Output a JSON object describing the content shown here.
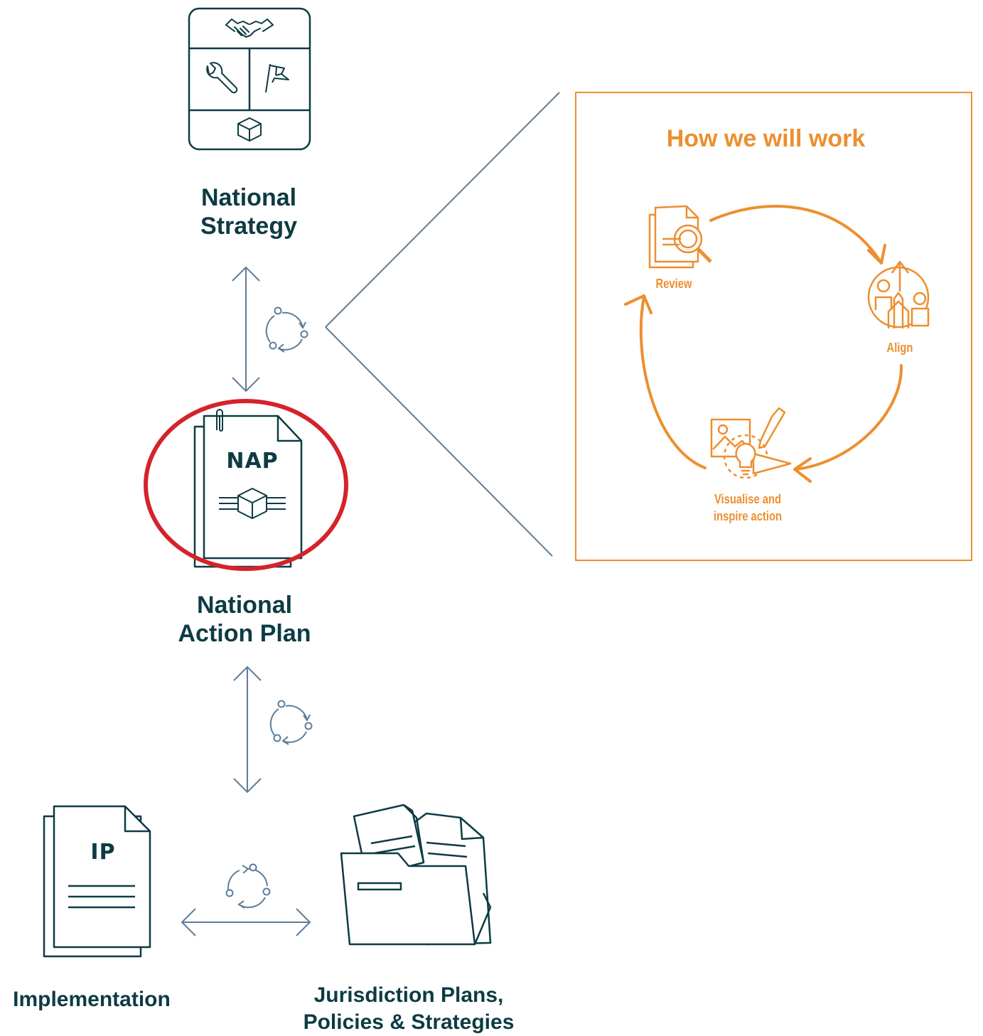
{
  "nodes": {
    "national_strategy": "National\nStrategy",
    "national_action_plan": "National\nAction Plan",
    "implementation": "Implementation",
    "jurisdiction": "Jurisdiction Plans,\nPolicies & Strategies"
  },
  "icons": {
    "nap_doc": "NAP",
    "ip_doc": "IP"
  },
  "how_we_work": {
    "title": "How we will work",
    "steps": {
      "review": "Review",
      "align": "Align",
      "visualise": "Visualise and\ninspire action"
    }
  },
  "colors": {
    "dark_teal": "#0d3b44",
    "slate_blue": "#5e7d99",
    "orange": "#ec8f2f",
    "highlight_red": "#d4232b"
  },
  "icon_names": [
    "handshake-icon",
    "wrench-icon",
    "flag-icon",
    "cube-icon",
    "cycle-icon",
    "document-icon",
    "folder-icon",
    "magnifier-icon",
    "people-icon",
    "lightbulb-icon"
  ]
}
